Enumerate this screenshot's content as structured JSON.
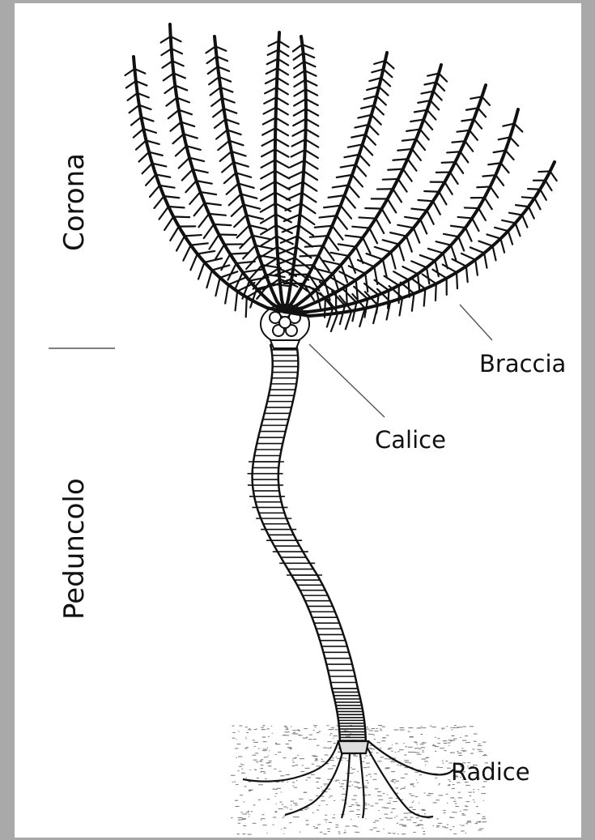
{
  "diagram": {
    "regions": {
      "crown": "Corona",
      "stalk": "Peduncolo"
    },
    "parts": {
      "arms": "Braccia",
      "calyx": "Calice",
      "root": "Radice"
    }
  },
  "colors": {
    "ink": "#111111",
    "paper": "#ffffff",
    "border": "#a9a9a9"
  }
}
